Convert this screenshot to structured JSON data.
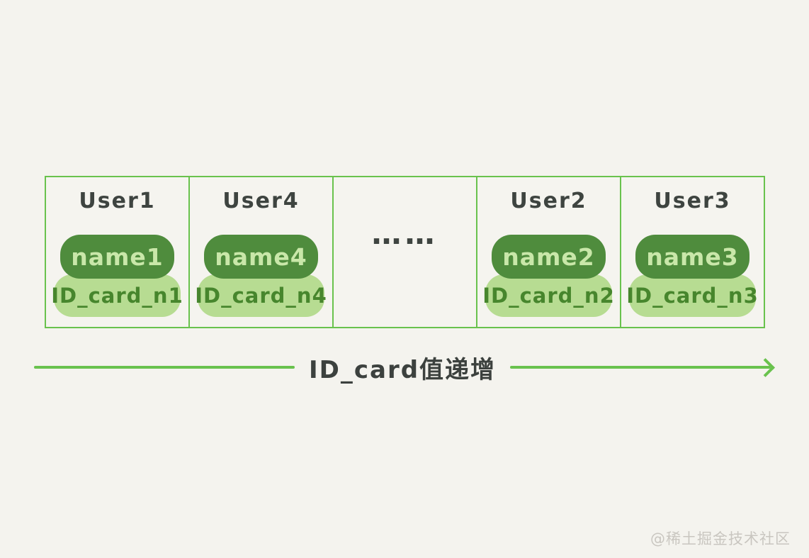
{
  "diagram": {
    "cells": [
      {
        "type": "user",
        "title": "User1",
        "name_field": "name1",
        "id_card_field": "ID_card_n1"
      },
      {
        "type": "user",
        "title": "User4",
        "name_field": "name4",
        "id_card_field": "ID_card_n4"
      },
      {
        "type": "ellipsis",
        "text": "……"
      },
      {
        "type": "user",
        "title": "User2",
        "name_field": "name2",
        "id_card_field": "ID_card_n2"
      },
      {
        "type": "user",
        "title": "User3",
        "name_field": "name3",
        "id_card_field": "ID_card_n3"
      }
    ],
    "arrow": {
      "label": "ID_card值递增"
    },
    "colors": {
      "background": "#f4f3ee",
      "border_green": "#69c24d",
      "name_pill_bg": "#4f8c3d",
      "name_pill_text": "#c9e7a9",
      "id_pill_bg": "#b7dc92",
      "id_pill_text": "#47862d",
      "text_dark": "#3e4440",
      "watermark_gray": "#c9c6c0"
    }
  },
  "watermark": {
    "text": "@稀土掘金技术社区"
  }
}
